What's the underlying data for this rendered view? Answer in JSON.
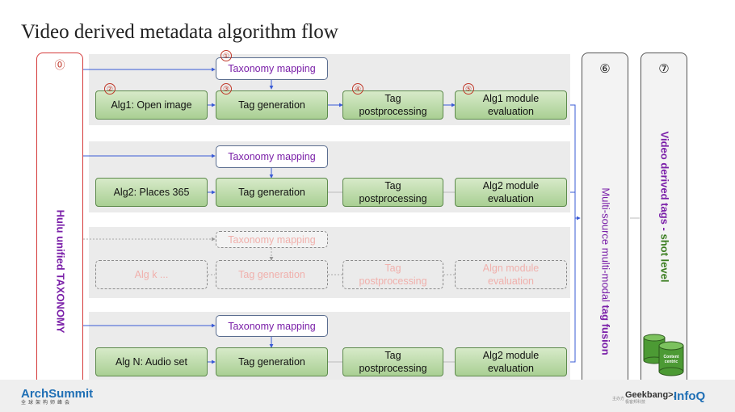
{
  "title": "Video derived metadata algorithm flow",
  "left_panel": {
    "label": "Hulu unified TAXONOMY",
    "marker": "⓪"
  },
  "rows": [
    {
      "taxonomy": "Taxonomy mapping",
      "alg": "Alg1: Open image",
      "tag_gen": "Tag generation",
      "post": [
        "Tag",
        "postprocessing"
      ],
      "eval": [
        "Alg1 module",
        "evaluation"
      ]
    },
    {
      "taxonomy": "Taxonomy mapping",
      "alg": "Alg2: Places 365",
      "tag_gen": "Tag generation",
      "post": [
        "Tag",
        "postprocessing"
      ],
      "eval": [
        "Alg2 module",
        "evaluation"
      ]
    },
    {
      "taxonomy": "Taxonomy mapping",
      "alg": "Alg k ...",
      "tag_gen": "Tag generation",
      "post": [
        "Tag",
        "postprocessing"
      ],
      "eval": [
        "Algn module",
        "evaluation"
      ]
    },
    {
      "taxonomy": "Taxonomy mapping",
      "alg": "Alg N: Audio set",
      "tag_gen": "Tag generation",
      "post": [
        "Tag",
        "postprocessing"
      ],
      "eval": [
        "Alg2 module",
        "evaluation"
      ]
    }
  ],
  "step_markers": [
    "①",
    "②",
    "③",
    "④",
    "⑤",
    "⑥",
    "⑦"
  ],
  "fusion_panel": {
    "marker": "⑥",
    "label_prefix": "Multi-source multi-modal ",
    "label_bold": "tag fusion"
  },
  "output_panel": {
    "marker": "⑦",
    "label_prefix": "Video derived tags - ",
    "label_suffix": "shot level",
    "db_label": [
      "Content",
      "centric"
    ]
  },
  "footer": {
    "left_logo": "ArchSummit",
    "left_sub": "全球架构师峰会",
    "right_small": "主办方",
    "right_logo1": "Geekbang>.",
    "right_sub": "极客邦科技",
    "right_logo2": "InfoQ"
  },
  "colors": {
    "purple": "#7a1fa8",
    "green_text": "#3a7d1f",
    "red": "#d53b3b",
    "arrow_blue": "#3a5bd6"
  }
}
